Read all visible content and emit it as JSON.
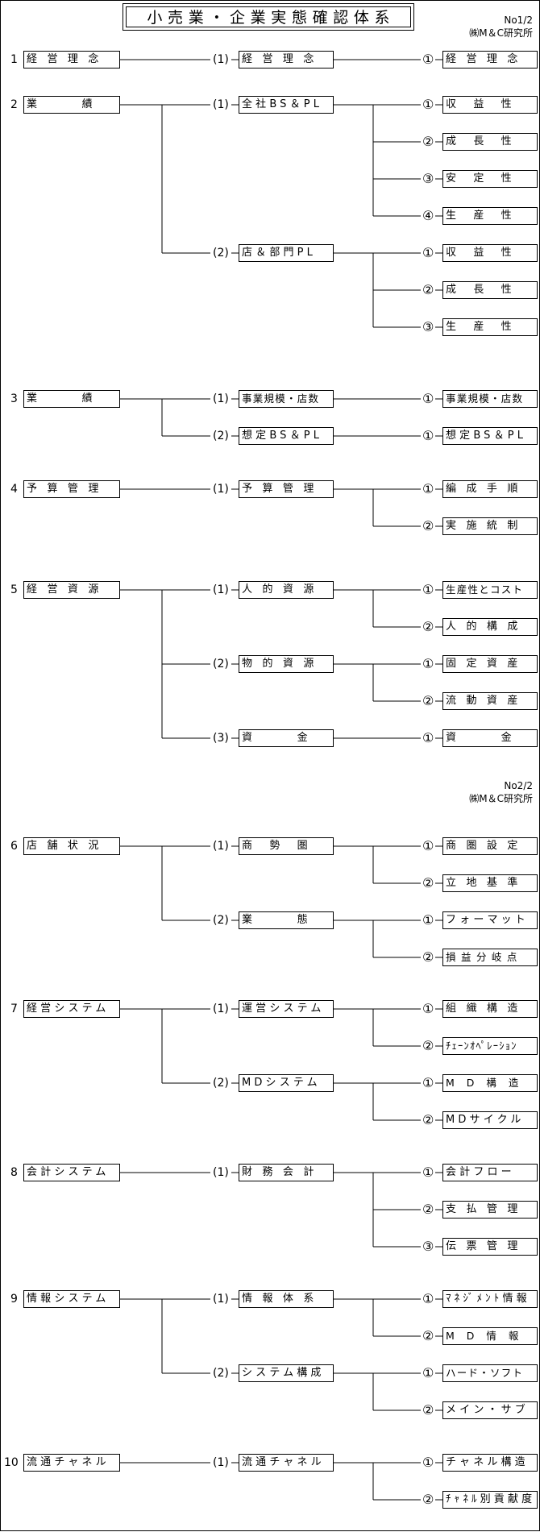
{
  "title": "小売業・企業実態確認体系",
  "pages": [
    {
      "no": "No1/2",
      "company": "㈱M＆C研究所"
    },
    {
      "no": "No2/2",
      "company": "㈱M＆C研究所"
    }
  ],
  "groups": [
    {
      "number": "1",
      "label": "経 営 理 念",
      "items": [
        {
          "mark": "(1)",
          "label": "経 営 理 念",
          "leaves": [
            {
              "mark": "①",
              "label": "経 営 理 念"
            }
          ]
        }
      ]
    },
    {
      "number": "2",
      "label": "業　　　績",
      "items": [
        {
          "mark": "(1)",
          "label": "全社BS＆PL",
          "leaves": [
            {
              "mark": "①",
              "label": "収　益　性"
            },
            {
              "mark": "②",
              "label": "成　長　性"
            },
            {
              "mark": "③",
              "label": "安　定　性"
            },
            {
              "mark": "④",
              "label": "生　産　性"
            }
          ]
        },
        {
          "mark": "(2)",
          "label": "店＆部門PL",
          "leaves": [
            {
              "mark": "①",
              "label": "収　益　性"
            },
            {
              "mark": "②",
              "label": "成　長　性"
            },
            {
              "mark": "③",
              "label": "生　産　性"
            }
          ]
        }
      ]
    },
    {
      "number": "3",
      "label": "業　　　績",
      "items": [
        {
          "mark": "(1)",
          "label": "事業規模・店数",
          "leaves": [
            {
              "mark": "①",
              "label": "事業規模・店数"
            }
          ]
        },
        {
          "mark": "(2)",
          "label": "想定BS＆PL",
          "leaves": [
            {
              "mark": "①",
              "label": "想定BS＆PL"
            }
          ]
        }
      ]
    },
    {
      "number": "4",
      "label": "予 算 管 理",
      "items": [
        {
          "mark": "(1)",
          "label": "予 算 管 理",
          "leaves": [
            {
              "mark": "①",
              "label": "編 成 手 順"
            },
            {
              "mark": "②",
              "label": "実 施 統 制"
            }
          ]
        }
      ]
    },
    {
      "number": "5",
      "label": "経 営 資 源",
      "items": [
        {
          "mark": "(1)",
          "label": "人 的 資 源",
          "leaves": [
            {
              "mark": "①",
              "label": "生産性とコスト"
            },
            {
              "mark": "②",
              "label": "人 的 構 成"
            }
          ]
        },
        {
          "mark": "(2)",
          "label": "物 的 資 源",
          "leaves": [
            {
              "mark": "①",
              "label": "固 定 資 産"
            },
            {
              "mark": "②",
              "label": "流 動 資 産"
            }
          ]
        },
        {
          "mark": "(3)",
          "label": "資　　　金",
          "leaves": [
            {
              "mark": "①",
              "label": "資　　　金"
            }
          ]
        }
      ]
    },
    {
      "number": "6",
      "label": "店 舗 状 況",
      "items": [
        {
          "mark": "(1)",
          "label": "商　勢　圏",
          "leaves": [
            {
              "mark": "①",
              "label": "商 圏 設 定"
            },
            {
              "mark": "②",
              "label": "立 地 基 準"
            }
          ]
        },
        {
          "mark": "(2)",
          "label": "業　　　態",
          "leaves": [
            {
              "mark": "①",
              "label": "フォーマット"
            },
            {
              "mark": "②",
              "label": "損 益 分 岐 点"
            }
          ]
        }
      ]
    },
    {
      "number": "7",
      "label": "経営システム",
      "items": [
        {
          "mark": "(1)",
          "label": "運営システム",
          "leaves": [
            {
              "mark": "①",
              "label": "組 織 構 造"
            },
            {
              "mark": "②",
              "label": "ﾁｪｰﾝｵﾍﾟﾚｰｼｮﾝ"
            }
          ]
        },
        {
          "mark": "(2)",
          "label": "MDシステム",
          "leaves": [
            {
              "mark": "①",
              "label": "M　D　構　造"
            },
            {
              "mark": "②",
              "label": "MDサイクル"
            }
          ]
        }
      ]
    },
    {
      "number": "8",
      "label": "会計システム",
      "items": [
        {
          "mark": "(1)",
          "label": "財 務 会 計",
          "leaves": [
            {
              "mark": "①",
              "label": "会計フロー"
            },
            {
              "mark": "②",
              "label": "支 払 管 理"
            },
            {
              "mark": "③",
              "label": "伝 票 管 理"
            }
          ]
        }
      ]
    },
    {
      "number": "9",
      "label": "情報システム",
      "items": [
        {
          "mark": "(1)",
          "label": "情 報 体 系",
          "leaves": [
            {
              "mark": "①",
              "label": "ﾏﾈｼﾞﾒﾝﾄ情報"
            },
            {
              "mark": "②",
              "label": "M　D　情　報"
            }
          ]
        },
        {
          "mark": "(2)",
          "label": "システム構成",
          "leaves": [
            {
              "mark": "①",
              "label": "ハード・ソフト"
            },
            {
              "mark": "②",
              "label": "メイン・サブ"
            }
          ]
        }
      ]
    },
    {
      "number": "10",
      "label": "流通チャネル",
      "items": [
        {
          "mark": "(1)",
          "label": "流通チャネル",
          "leaves": [
            {
              "mark": "①",
              "label": "チャネル構造"
            },
            {
              "mark": "②",
              "label": "ﾁｬﾈﾙ別貢献度"
            }
          ]
        }
      ]
    }
  ]
}
